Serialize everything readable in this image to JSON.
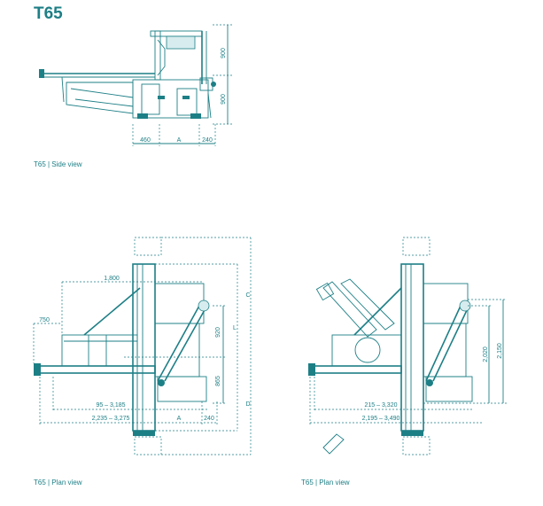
{
  "title": "T65",
  "captions": {
    "side": "T65 | Side view",
    "plan_left": "T65 | Plan view",
    "plan_right": "T65 | Plan view"
  },
  "side_view": {
    "dims_vertical": [
      "900",
      "900"
    ],
    "dims_horizontal": [
      "460",
      "A",
      "240"
    ]
  },
  "plan_left": {
    "dims": {
      "top": "1,800",
      "left": "750",
      "v920": "920",
      "v865": "865",
      "L": "L",
      "C": "C",
      "D": "D",
      "range1": "95 – 3,185",
      "range2": "2,235 – 3,275",
      "A": "A",
      "d240": "240"
    }
  },
  "plan_right": {
    "dims": {
      "range1": "215 – 3,320",
      "range2": "2,195 – 3,490",
      "v2020": "2,020",
      "v2150": "2,150"
    }
  },
  "colors": {
    "accent": "#1d7f86"
  }
}
